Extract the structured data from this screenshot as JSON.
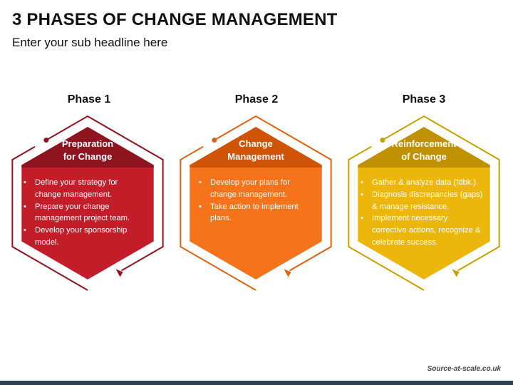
{
  "title": "3 PHASES OF CHANGE MANAGEMENT",
  "subtitle": "Enter your sub headline here",
  "phases": [
    {
      "label": "Phase 1",
      "heading": [
        "Preparation",
        "for Change"
      ],
      "bullets": [
        "Define your strategy for change management.",
        "Prepare your change management project team.",
        "Develop your sponsorship model."
      ],
      "colors": {
        "body": "#c41d2a",
        "band": "#8e1420",
        "outline": "#8e1420"
      }
    },
    {
      "label": "Phase 2",
      "heading": [
        "Change",
        "Management"
      ],
      "bullets": [
        "Develop your plans for change management.",
        "Take action to implement plans."
      ],
      "colors": {
        "body": "#f5731a",
        "band": "#cf5406",
        "outline": "#e0620f"
      }
    },
    {
      "label": "Phase 3",
      "heading": [
        "Reinforcement",
        "of Change"
      ],
      "bullets": [
        "Gather & analyze data (fdbk.).",
        "Diagnosis discrepancies (gaps) & manage resistance.",
        "Implement necessary corrective actions, recognize & celebrate success."
      ],
      "colors": {
        "body": "#edb60a",
        "band": "#c09104",
        "outline": "#c9a000"
      }
    }
  ],
  "source": "Source-at-scale.co.uk"
}
